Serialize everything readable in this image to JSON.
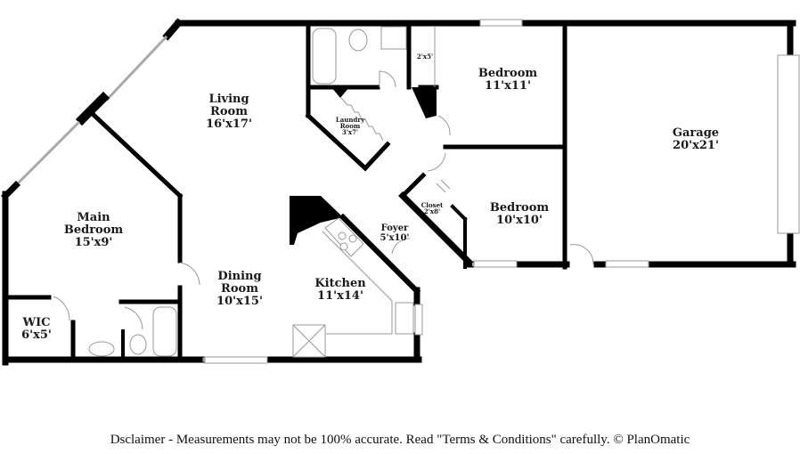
{
  "floorplan": {
    "rooms": [
      {
        "id": "living-room",
        "name": "Living Room",
        "line1": "Living",
        "line2": "Room",
        "dims": "16'x17'"
      },
      {
        "id": "main-bedroom",
        "name": "Main Bedroom",
        "line1": "Main",
        "line2": "Bedroom",
        "dims": "15'x9'"
      },
      {
        "id": "wic",
        "name": "WIC",
        "line1": "WIC",
        "dims": "6'x5'"
      },
      {
        "id": "dining-room",
        "name": "Dining Room",
        "line1": "Dining",
        "line2": "Room",
        "dims": "10'x15'"
      },
      {
        "id": "kitchen",
        "name": "Kitchen",
        "line1": "Kitchen",
        "dims": "11'x14'"
      },
      {
        "id": "laundry-room",
        "name": "Laundry Room",
        "line1": "Laundry",
        "line2": "Room",
        "dims": "3'x7'"
      },
      {
        "id": "foyer",
        "name": "Foyer",
        "line1": "Foyer",
        "dims": "5'x10'"
      },
      {
        "id": "closet",
        "name": "Closet",
        "line1": "Closet",
        "dims": "2'x8'"
      },
      {
        "id": "linen-closet",
        "name": "Closet",
        "dims": "2'x5'"
      },
      {
        "id": "bedroom-2",
        "name": "Bedroom",
        "line1": "Bedroom",
        "dims": "11'x11'"
      },
      {
        "id": "bedroom-3",
        "name": "Bedroom",
        "line1": "Bedroom",
        "dims": "10'x10'"
      },
      {
        "id": "garage",
        "name": "Garage",
        "line1": "Garage",
        "dims": "20'x21'"
      }
    ],
    "disclaimer": "Dsclaimer - Measurements may not be 100% accurate. Read \"Terms & Conditions\" carefully. © PlanOmatic",
    "colors": {
      "wall": "#000000",
      "fixture": "#9a9a9a",
      "background": "#ffffff"
    }
  }
}
